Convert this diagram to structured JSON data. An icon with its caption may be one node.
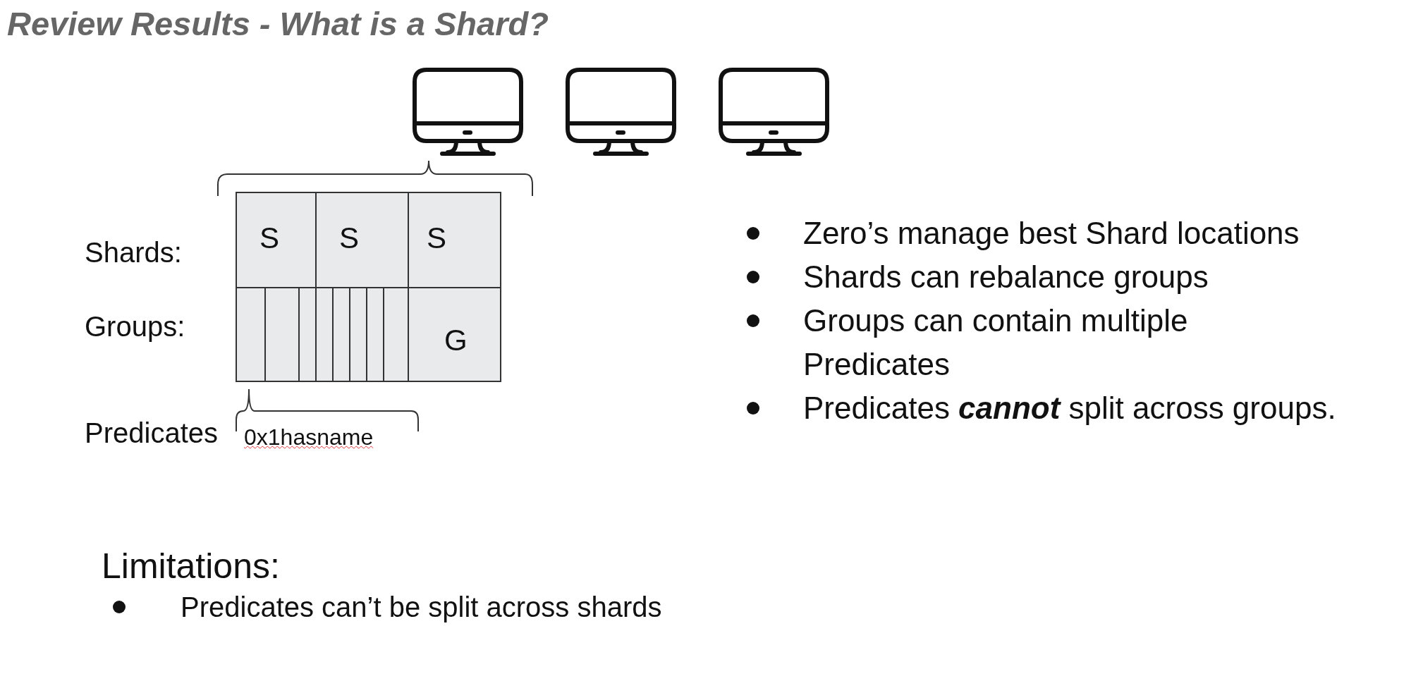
{
  "diagram": {
    "title": "Review Results - What is a Shard?",
    "nodes": [
      {
        "text": [
          "S"
        ]
      },
      {
        "text": [
          "S"
        ]
      },
      {
        "text": [
          "S"
        ]
      },
      {
        "text": [],
        "shape": "box"
      },
      {
        "text": [],
        "shape": "box"
      },
      {
        "text": [],
        "shape": "box"
      },
      {
        "text": [],
        "shape": "box"
      },
      {
        "text": [],
        "shape": "box"
      },
      {
        "text": [],
        "shape": "box"
      },
      {
        "text": [],
        "shape": "box"
      },
      {
        "text": [],
        "shape": "box"
      },
      {
        "text": [
          "G"
        ]
      }
    ],
    "labels": [
      "Shards:",
      "Groups:",
      "Predicates",
      "0x1hasname",
      "Zero’s manage best Shard locations",
      "Shards can rebalance groups",
      "Groups can contain multiple Predicates",
      "Predicates **cannot** split across groups.",
      "Limitations:",
      "Predicates can’t be split across shards"
    ]
  }
}
